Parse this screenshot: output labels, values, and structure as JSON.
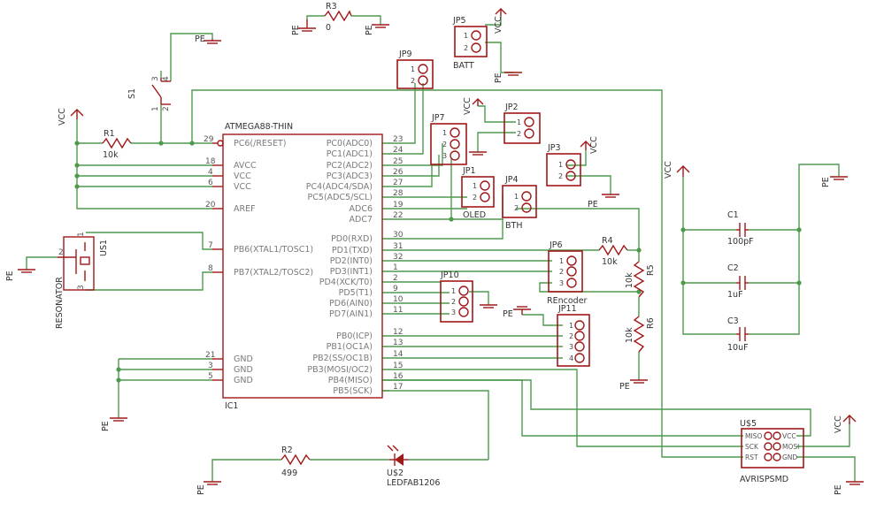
{
  "labels": {
    "ic1_name": "ATMEGA88-THIN",
    "ic1_ref": "IC1",
    "pc6": "PC6(/RESET)",
    "avcc": "AVCC",
    "vcc_a": "VCC",
    "vcc_b": "VCC",
    "aref": "AREF",
    "pb6": "PB6(XTAL1/TOSC1)",
    "pb7": "PB7(XTAL2/TOSC2)",
    "gnd_a": "GND",
    "gnd_b": "GND",
    "gnd_c": "GND",
    "pc0": "PC0(ADC0)",
    "pc1": "PC1(ADC1)",
    "pc2": "PC2(ADC2)",
    "pc3": "PC3(ADC3)",
    "pc4": "PC4(ADC4/SDA)",
    "pc5": "PC5(ADC5/SCL)",
    "adc6": "ADC6",
    "adc7": "ADC7",
    "pd0": "PD0(RXD)",
    "pd1": "PD1(TXD)",
    "pd2": "PD2(INT0)",
    "pd3": "PD3(INT1)",
    "pd4": "PD4(XCK/T0)",
    "pd5": "PD5(T1)",
    "pd6": "PD6(AIN0)",
    "pd7": "PD7(AIN1)",
    "pb0": "PB0(ICP)",
    "pb1": "PB1(OC1A)",
    "pb2": "PB2(SS/OC1B)",
    "pb3": "PB3(MOSI/OC2)",
    "pb4": "PB4(MISO)",
    "pb5": "PB5(SCK)",
    "pin29": "29",
    "pin18": "18",
    "pin4": "4",
    "pin6": "6",
    "pin20": "20",
    "pin7": "7",
    "pin8": "8",
    "pin21": "21",
    "pin3": "3",
    "pin5": "5",
    "pin23": "23",
    "pin24": "24",
    "pin25": "25",
    "pin26": "26",
    "pin27": "27",
    "pin28": "28",
    "pin19": "19",
    "pin22": "22",
    "pin30": "30",
    "pin31": "31",
    "pin32": "32",
    "pin1": "1",
    "pin2": "2",
    "pin9": "9",
    "pin10": "10",
    "pin11": "11",
    "pin12": "12",
    "pin13": "13",
    "pin14": "14",
    "pin15": "15",
    "pin16": "16",
    "pin17": "17",
    "r1": "R1",
    "r1v": "10k",
    "r2": "R2",
    "r2v": "499",
    "r3": "R3",
    "r3v": "0",
    "r4": "R4",
    "r4v": "10k",
    "r5": "R5",
    "r5v": "10k",
    "r6": "R6",
    "r6v": "10k",
    "s1": "S1",
    "s1p1": "1",
    "s1p2": "2",
    "s1p3": "3",
    "s1p4": "4",
    "us1": "US1",
    "resonator": "RESONATOR",
    "us1p1": "1",
    "us1p2": "2",
    "us1p3": "3",
    "jp5": "JP5",
    "batt": "BATT",
    "jp9": "JP9",
    "jp7": "JP7",
    "jp1": "JP1",
    "oled": "OLED",
    "jp2": "JP2",
    "jp3": "JP3",
    "jp4": "JP4",
    "bth": "BTH",
    "jp6": "JP6",
    "rencoder": "REncoder",
    "jp10": "JP10",
    "jp11": "JP11",
    "c1": "C1",
    "c1v": "100pF",
    "c2": "C2",
    "c2v": "1uF",
    "c3": "C3",
    "c3v": "10uF",
    "us5": "U$5",
    "avrisp": "AVRISPSMD",
    "miso": "MISO",
    "sck": "SCK",
    "rst": "RST",
    "isp_vcc": "VCC",
    "mosi": "MOSI",
    "isp_gnd": "GND",
    "us2": "U$2",
    "led": "LEDFAB1206",
    "vcc": "VCC",
    "pe": "PE",
    "n1": "1",
    "n2": "2",
    "n3": "3",
    "n4": "4"
  }
}
